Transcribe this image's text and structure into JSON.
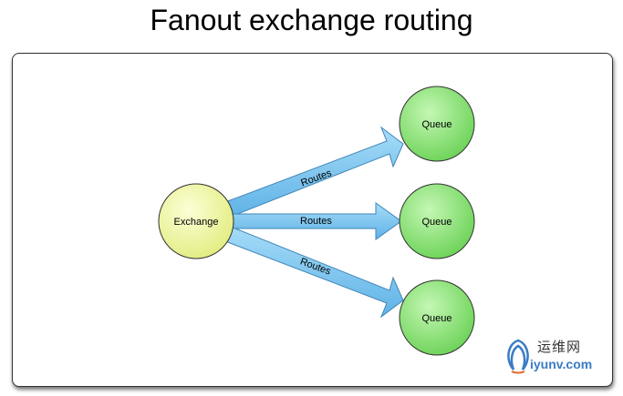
{
  "title": "Fanout exchange routing",
  "exchange": {
    "label": "Exchange"
  },
  "queues": [
    {
      "label": "Queue"
    },
    {
      "label": "Queue"
    },
    {
      "label": "Queue"
    }
  ],
  "routes": [
    {
      "label": "Routes"
    },
    {
      "label": "Routes"
    },
    {
      "label": "Routes"
    }
  ],
  "watermark": {
    "cn": "运维网",
    "en": "iyunv.com"
  },
  "colors": {
    "exchange_fill": "#eef5a0",
    "queue_fill": "#8fe07a",
    "arrow_fill": "#7cc3ef",
    "arrow_stroke": "#3f86b8"
  }
}
